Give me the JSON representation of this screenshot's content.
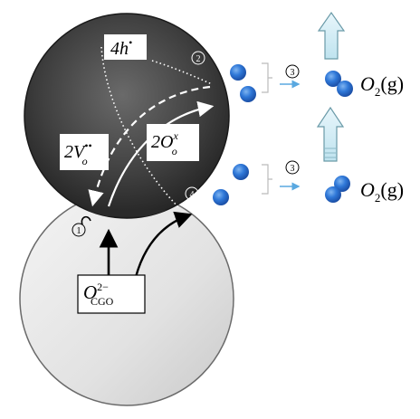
{
  "labels": {
    "holes": {
      "coef": "4",
      "species": "h",
      "sup": "•"
    },
    "vacancies": {
      "coef": "2",
      "species": "V",
      "sub": "o",
      "sup": "••"
    },
    "lattice_oxygen": {
      "coef": "2",
      "species": "O",
      "sub": "o",
      "sup": "x"
    },
    "cgo_oxygen": {
      "species": "O",
      "sub": "CGO",
      "sup": "2−"
    },
    "oxygen_gas_top": {
      "species": "O",
      "sub": "2",
      "phase": "(g)"
    },
    "oxygen_gas_bottom": {
      "species": "O",
      "sub": "2",
      "phase": "(g)"
    }
  },
  "steps": {
    "step1": "①",
    "step2": "②",
    "step3_top": "③",
    "step3_bottom": "③",
    "step4": "④"
  },
  "colors": {
    "dark_particle": "#3a3a3a",
    "light_particle": "#e6e6e6",
    "oxygen_atom": "#2f78d8",
    "release_arrow": "#d5eef6",
    "small_arrow": "#5aa8e0"
  }
}
